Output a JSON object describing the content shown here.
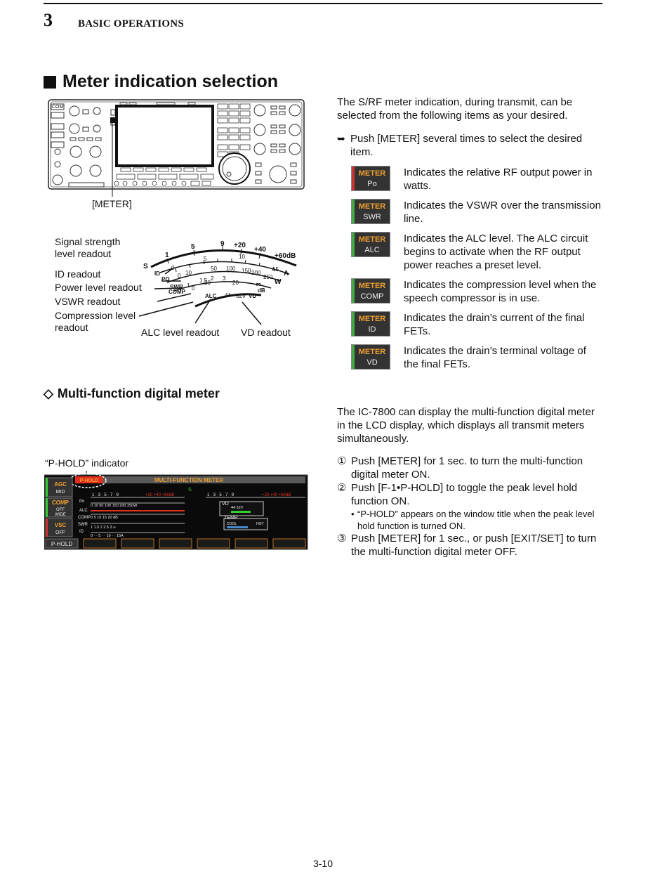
{
  "header": {
    "chapter_number": "3",
    "chapter_title": "BASIC OPERATIONS"
  },
  "section": {
    "title": "Meter indication selection"
  },
  "radio_figure": {
    "meter_label": "[METER]"
  },
  "meter_figure": {
    "labels": {
      "signal": "Signal strength\nlevel readout",
      "id": "ID readout",
      "power": "Power level readout",
      "vswr": "VSWR readout",
      "comp": "Compression level\nreadout",
      "alc": "ALC level readout",
      "vd": "VD readout"
    },
    "s_scale": [
      "1",
      "5",
      "9",
      "+20",
      "+40",
      "+60dB"
    ],
    "scale_letters": {
      "s": "S",
      "id": "ID",
      "po": "PO",
      "swr": "SWR",
      "comp": "COMP",
      "a": "A",
      "w": "W",
      "alc": "ALC",
      "vd": "VD",
      "db": "dB",
      "inf": "∞"
    },
    "id_scale": [
      "0",
      "5",
      "10",
      "15"
    ],
    "po_scale": [
      "0",
      "10",
      "50",
      "100",
      "150",
      "200",
      "250"
    ],
    "swr_scale": [
      "1",
      "1.5",
      "2",
      "3"
    ],
    "comp_scale": [
      "0",
      "10",
      "20"
    ],
    "vd_scale": [
      "44",
      "52V"
    ]
  },
  "intro_text": "The S/RF meter indication, during transmit, can be selected from the following items as your desired.",
  "instruction": "Push [METER] several times to select the desired item.",
  "meter_items": [
    {
      "top": "METER",
      "bottom": "Po",
      "desc": "Indicates the relative RF output power in watts."
    },
    {
      "top": "METER",
      "bottom": "SWR",
      "desc": "Indicates the VSWR over the transmission line."
    },
    {
      "top": "METER",
      "bottom": "ALC",
      "desc": "Indicates the ALC level. The ALC circuit begins to activate when the RF output power reaches a preset level."
    },
    {
      "top": "METER",
      "bottom": "COMP",
      "desc": "Indicates the compression level when the speech compressor is in use."
    },
    {
      "top": "METER",
      "bottom": "ID",
      "desc": "Indicates the drain’s current of the final FETs."
    },
    {
      "top": "METER",
      "bottom": "VD",
      "desc": "Indicates the drain’s terminal voltage of the final FETs."
    }
  ],
  "subsection": {
    "title": "Multi-function digital meter"
  },
  "lcd_figure": {
    "indicator_label": "“P-HOLD” indicator",
    "window_title": "MULTI-FUNCTION METER",
    "hold_tag": "P-HOLD",
    "side_buttons": [
      {
        "top": "AGC",
        "bottom": "MID"
      },
      {
        "top": "COMP",
        "bottom": "OFF\nWIDE"
      },
      {
        "top": "VSC",
        "bottom": "OFF"
      }
    ],
    "row_labels": [
      "Po",
      "ALC",
      "COMP",
      "SWR",
      "ID"
    ],
    "po_ticks": "0  10  50  100 150 200 250W",
    "comp_ticks": "0  5  10  15  20  dB",
    "swr_ticks": "1  1.5  2  2.5  3  ∞",
    "id_ticks": "0 · · 5 · · 10 · · 15A",
    "s_ticks": "1 · 3 · 5 · 7 · 9",
    "s_red": "+20  +40  +60dB",
    "s_badge": "S",
    "vd_label": "VD",
    "vd_ticks": "44    52V",
    "temp_label": "TEMP",
    "temp_cool": "COOL",
    "temp_hot": "HOT",
    "footer_button": "P-HOLD"
  },
  "mfdm_text": "The IC-7800 can display the multi-function digital meter in the LCD display, which displays all transmit meters simultaneously.",
  "steps": [
    {
      "num": "①",
      "text": "Push [METER] for 1 sec. to turn the multi-function digital meter ON."
    },
    {
      "num": "②",
      "text": "Push [F-1•P-HOLD] to toggle the peak level hold function ON."
    },
    {
      "num": "③",
      "text": "Push [METER] for 1 sec., or push [EXIT/SET] to turn the multi-function digital meter OFF."
    }
  ],
  "step2_note": "“P-HOLD” appears on the window title when the peak level hold function is turned ON.",
  "page_number": "3-10",
  "colors": {
    "lcd_bg": "#0a0a0a",
    "lcd_orange": "#f0a030",
    "lcd_red": "#e03020",
    "lcd_green": "#3c3",
    "accent_green": "#4a4"
  }
}
